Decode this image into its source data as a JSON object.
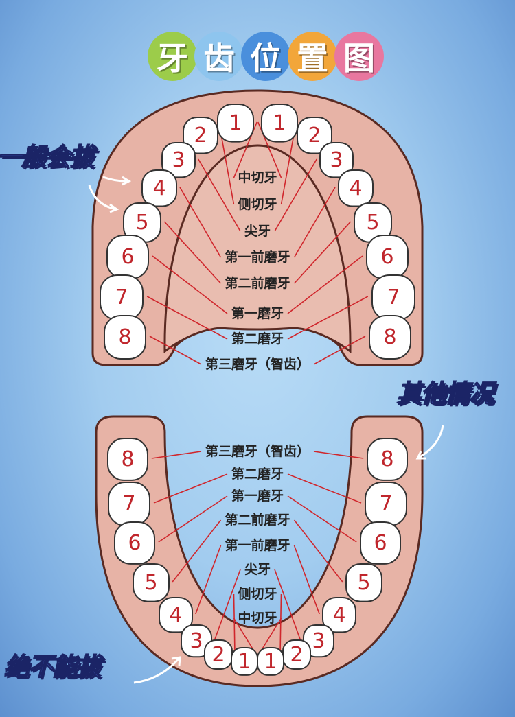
{
  "title": {
    "chars": [
      "牙",
      "齿",
      "位",
      "置",
      "图"
    ],
    "colors": [
      "#9ccc4a",
      "#8ec5ee",
      "#4a8fdc",
      "#f2a63a",
      "#e8779f"
    ]
  },
  "side_labels": {
    "usually_extract": "一般会拔",
    "other_cases": "其他情况",
    "never_extract": "绝不能拔"
  },
  "upper_arch": {
    "labels": [
      "中切牙",
      "侧切牙",
      "尖牙",
      "第一前磨牙",
      "第二前磨牙",
      "第一磨牙",
      "第二磨牙",
      "第三磨牙（智齿）"
    ],
    "tooth_numbers": [
      "1",
      "2",
      "3",
      "4",
      "5",
      "6",
      "7",
      "8"
    ]
  },
  "lower_arch": {
    "labels": [
      "第三磨牙（智齿）",
      "第二磨牙",
      "第一磨牙",
      "第二前磨牙",
      "第一前磨牙",
      "尖牙",
      "侧切牙",
      "中切牙"
    ],
    "tooth_numbers": [
      "8",
      "7",
      "6",
      "5",
      "4",
      "3",
      "2",
      "1"
    ]
  },
  "colors": {
    "gum": "#e7b3a6",
    "gum_outline": "#5a2a22",
    "tooth": "#ffffff",
    "leader_line": "#d0262c",
    "number": "#c0262c"
  }
}
